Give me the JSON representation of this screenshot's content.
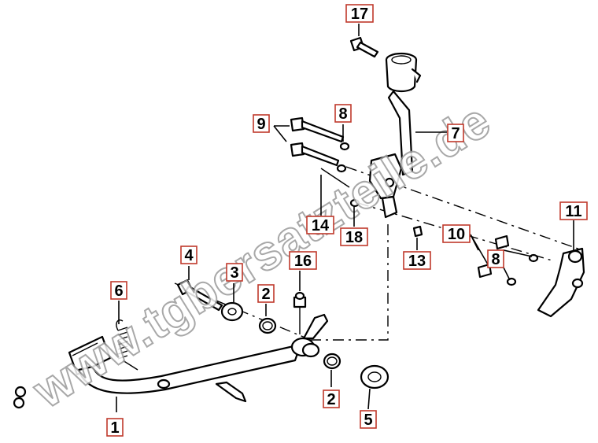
{
  "watermark": "www.tgbersatzteile.de",
  "callouts": {
    "c1": "1",
    "c2a": "2",
    "c2b": "2",
    "c3": "3",
    "c4": "4",
    "c5": "5",
    "c6": "6",
    "c7": "7",
    "c8a": "8",
    "c8b": "8",
    "c9": "9",
    "c10": "10",
    "c11": "11",
    "c13": "13",
    "c14": "14",
    "c16": "16",
    "c17": "17",
    "c18": "18"
  },
  "colors": {
    "callout_border": "#c0392b",
    "line": "#000000",
    "watermark_outline": "#9a9a9a"
  }
}
